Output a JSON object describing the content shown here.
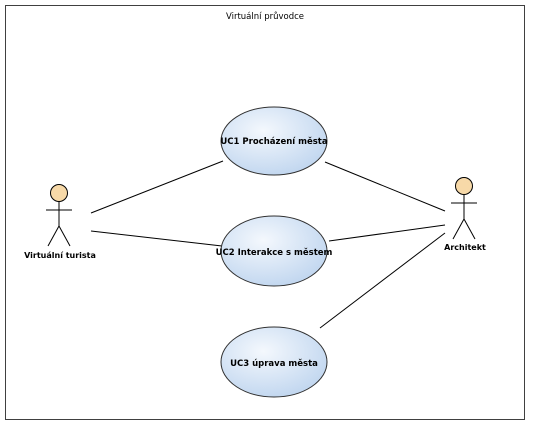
{
  "diagram": {
    "boundary_title": "Virtuální průvodce",
    "actors": [
      {
        "id": "tourist",
        "label": "Virtuální turista"
      },
      {
        "id": "architect",
        "label": "Architekt"
      }
    ],
    "use_cases": [
      {
        "id": "uc1",
        "label": "UC1 Procházení města"
      },
      {
        "id": "uc2",
        "label": "UC2 Interakce s městem"
      },
      {
        "id": "uc3",
        "label": "UC3 úprava města"
      }
    ],
    "associations": [
      {
        "from": "tourist",
        "to": "uc1"
      },
      {
        "from": "tourist",
        "to": "uc2"
      },
      {
        "from": "architect",
        "to": "uc1"
      },
      {
        "from": "architect",
        "to": "uc2"
      },
      {
        "from": "architect",
        "to": "uc3"
      }
    ],
    "colors": {
      "boundary_stroke": "#404040",
      "usecase_fill_light": "#f4f8fd",
      "usecase_fill_dark": "#bcd3ee",
      "usecase_stroke": "#303030",
      "actor_head_fill": "#f7d9a8",
      "line": "#000000"
    }
  }
}
